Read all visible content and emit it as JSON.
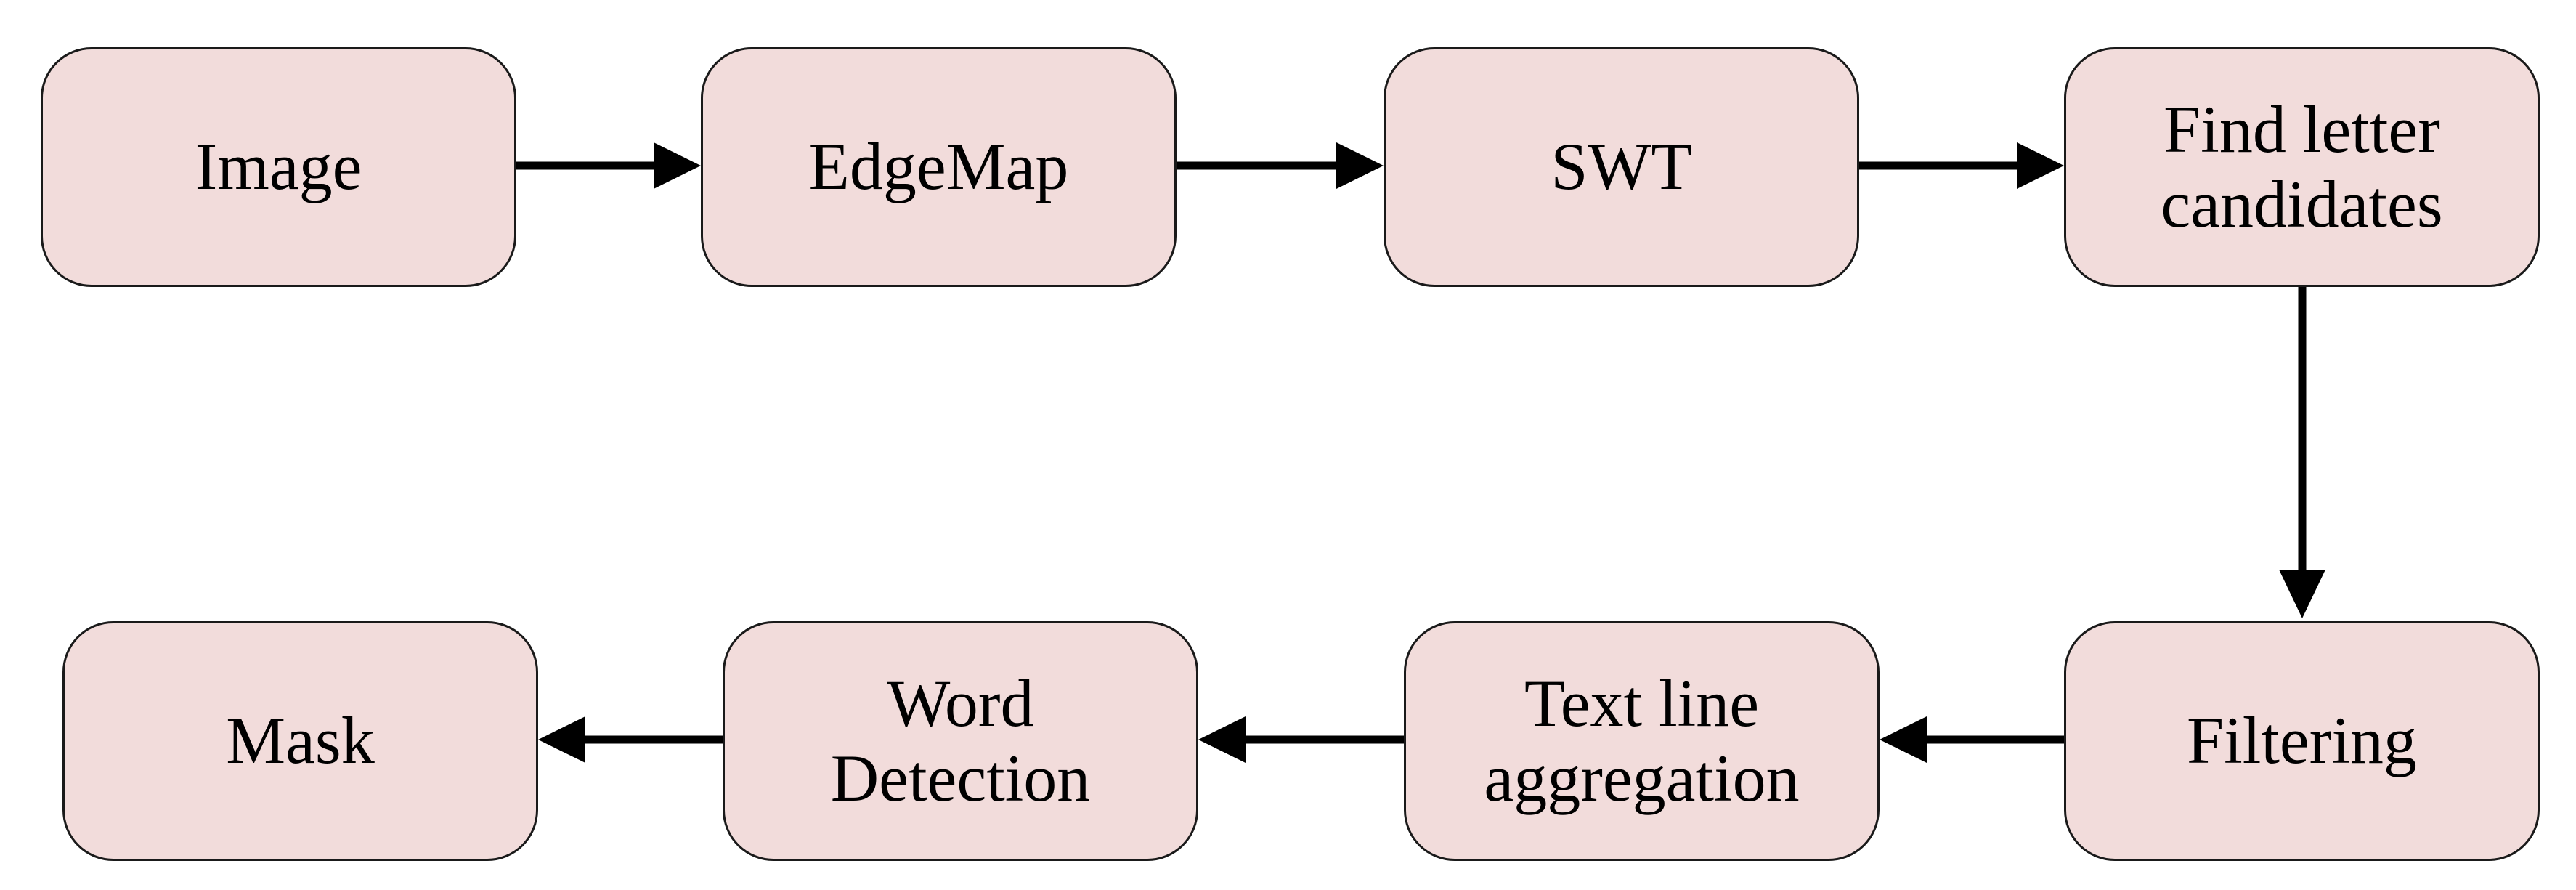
{
  "nodes": {
    "image": "Image",
    "edgemap": "EdgeMap",
    "swt": "SWT",
    "find_letter_candidates": [
      "Find letter",
      "candidates"
    ],
    "filtering": "Filtering",
    "text_line_aggregation": [
      "Text line",
      "aggregation"
    ],
    "word_detection": [
      "Word",
      "Detection"
    ],
    "mask": "Mask"
  },
  "edges": [
    {
      "from": "Image",
      "to": "EdgeMap"
    },
    {
      "from": "EdgeMap",
      "to": "SWT"
    },
    {
      "from": "SWT",
      "to": "Find letter candidates"
    },
    {
      "from": "Find letter candidates",
      "to": "Filtering"
    },
    {
      "from": "Filtering",
      "to": "Text line aggregation"
    },
    {
      "from": "Text line aggregation",
      "to": "Word Detection"
    },
    {
      "from": "Word Detection",
      "to": "Mask"
    }
  ],
  "colors": {
    "node_fill": "#f2dcdb",
    "node_border": "#1a1a1a",
    "arrow": "#000000",
    "text": "#000000"
  }
}
